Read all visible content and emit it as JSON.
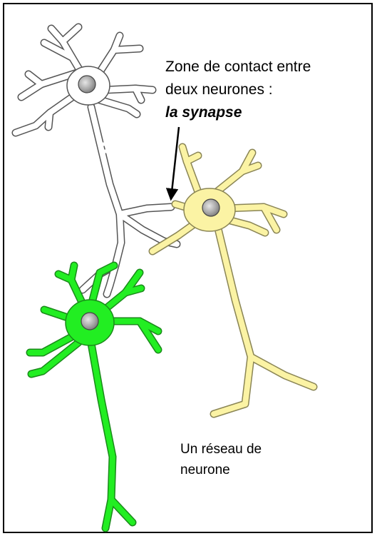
{
  "labels": {
    "contact_line1": "Zone de contact entre",
    "contact_line2": "deux neurones :",
    "synapse": "la synapse",
    "network_line1": "Un réseau de",
    "network_line2": "neurone"
  },
  "neurons": [
    {
      "id": "white",
      "fill": "#ffffff",
      "stroke": "#555555"
    },
    {
      "id": "yellow",
      "fill": "#fbf3a4",
      "stroke": "#8a8555"
    },
    {
      "id": "green",
      "fill": "#22ee22",
      "stroke": "#1a8a1a"
    }
  ],
  "nucleus": {
    "color": "#9a9a9a",
    "highlight": "#dddddd"
  },
  "colors": {
    "frame": "#000000",
    "text": "#000000",
    "arrow": "#000000"
  }
}
